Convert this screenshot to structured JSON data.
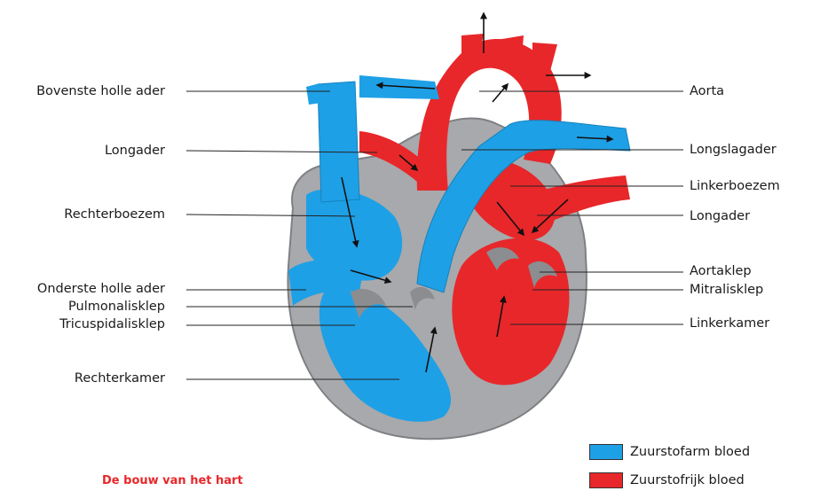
{
  "colors": {
    "deoxygenated": "#1ea0e6",
    "oxygenated": "#e8272a",
    "tissue": "#a7a9ac",
    "tissue_dark": "#8b8d90",
    "caption": "#e8272a"
  },
  "labels_left": [
    {
      "key": "bovenste_holle_ader",
      "text": "Bovenste holle ader"
    },
    {
      "key": "longader_left",
      "text": "Longader"
    },
    {
      "key": "rechterboezem",
      "text": "Rechterboezem"
    },
    {
      "key": "onderste_holle_ader",
      "text": "Onderste holle ader"
    },
    {
      "key": "pulmonalisklep",
      "text": "Pulmonalisklep"
    },
    {
      "key": "tricuspidalisklep",
      "text": "Tricuspidalisklep"
    },
    {
      "key": "rechterkamer",
      "text": "Rechterkamer"
    }
  ],
  "labels_right": [
    {
      "key": "aorta",
      "text": "Aorta"
    },
    {
      "key": "longslagader",
      "text": "Longslagader"
    },
    {
      "key": "linkerboezem",
      "text": "Linkerboezem"
    },
    {
      "key": "longader_right",
      "text": "Longader"
    },
    {
      "key": "aortaklep",
      "text": "Aortaklep"
    },
    {
      "key": "mitralisklep",
      "text": "Mitralisklep"
    },
    {
      "key": "linkerkamer",
      "text": "Linkerkamer"
    }
  ],
  "legend": [
    {
      "text": "Zuurstofarm bloed",
      "color": "#1ea0e6"
    },
    {
      "text": "Zuurstofrijk bloed",
      "color": "#e8272a"
    }
  ],
  "caption": "De bouw van het hart"
}
